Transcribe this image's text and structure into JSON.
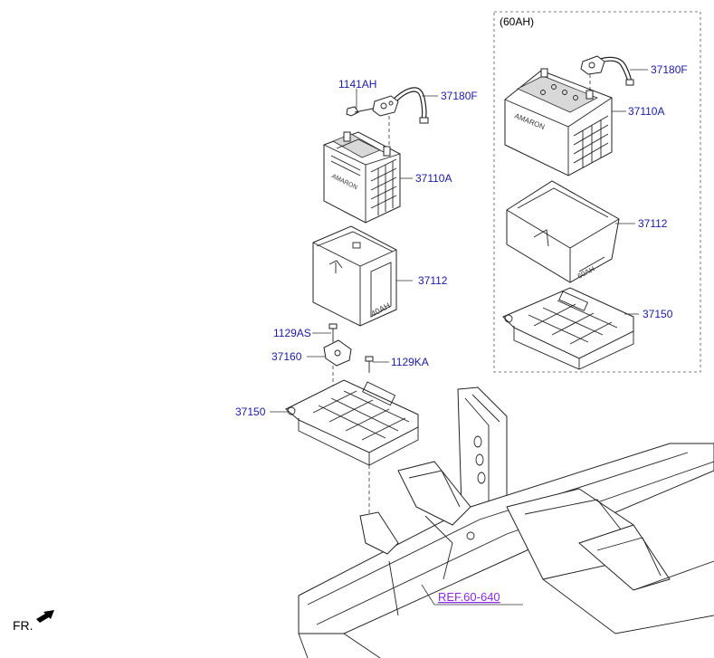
{
  "labels": {
    "variant_60ah": "(60AH)",
    "p1141AH": "1141AH",
    "p37180F_left": "37180F",
    "p37110A_left": "37110A",
    "p37112_left": "37112",
    "p1129AS": "1129AS",
    "p37160": "37160",
    "p1129KA": "1129KA",
    "p37150_left": "37150",
    "p37180F_right": "37180F",
    "p37110A_right": "37110A",
    "p37112_right": "37112",
    "p37150_right": "37150",
    "ref": "REF.60-640",
    "front": "FR."
  },
  "battery_marks": {
    "brand_left": "AMARON",
    "brand_right": "AMARON",
    "tray_size_left": "40AH",
    "tray_size_right": "60AH"
  },
  "colors": {
    "part_label": "#1a1aa6",
    "ref_label": "#8a2be2",
    "line": "#222222"
  }
}
